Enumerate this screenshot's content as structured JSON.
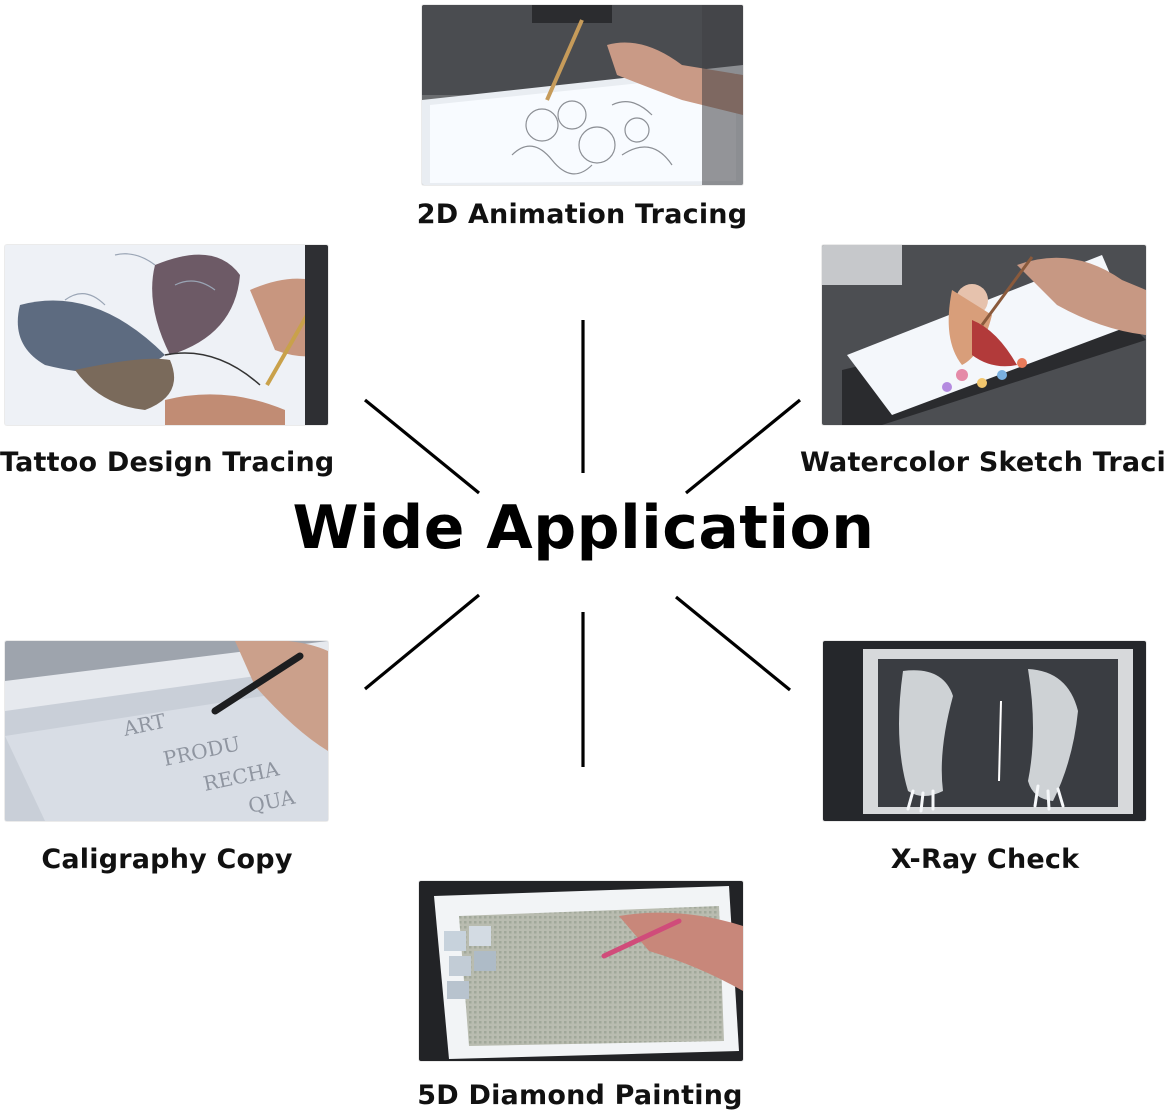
{
  "title": "Wide Application",
  "applications": {
    "animation": {
      "label": "2D Animation Tracing",
      "picture": "hand-drawing-animation-photo"
    },
    "tattoo": {
      "label": "Tattoo Design Tracing",
      "picture": "butterfly-tattoo-tracing-photo"
    },
    "watercolor": {
      "label": "Watercolor Sketch Tracing",
      "picture": "watercolor-sketch-photo"
    },
    "calligraphy": {
      "label": "Caligraphy Copy",
      "picture": "calligraphy-pen-photo"
    },
    "xray": {
      "label": "X-Ray Check",
      "picture": "foot-xray-photo"
    },
    "diamond": {
      "label": "5D Diamond Painting",
      "picture": "diamond-painting-photo"
    }
  },
  "colors": {
    "line": "#000000",
    "text": "#111111",
    "panel_light": "#f3f4f6",
    "xray_dark": "#1a1c20"
  }
}
